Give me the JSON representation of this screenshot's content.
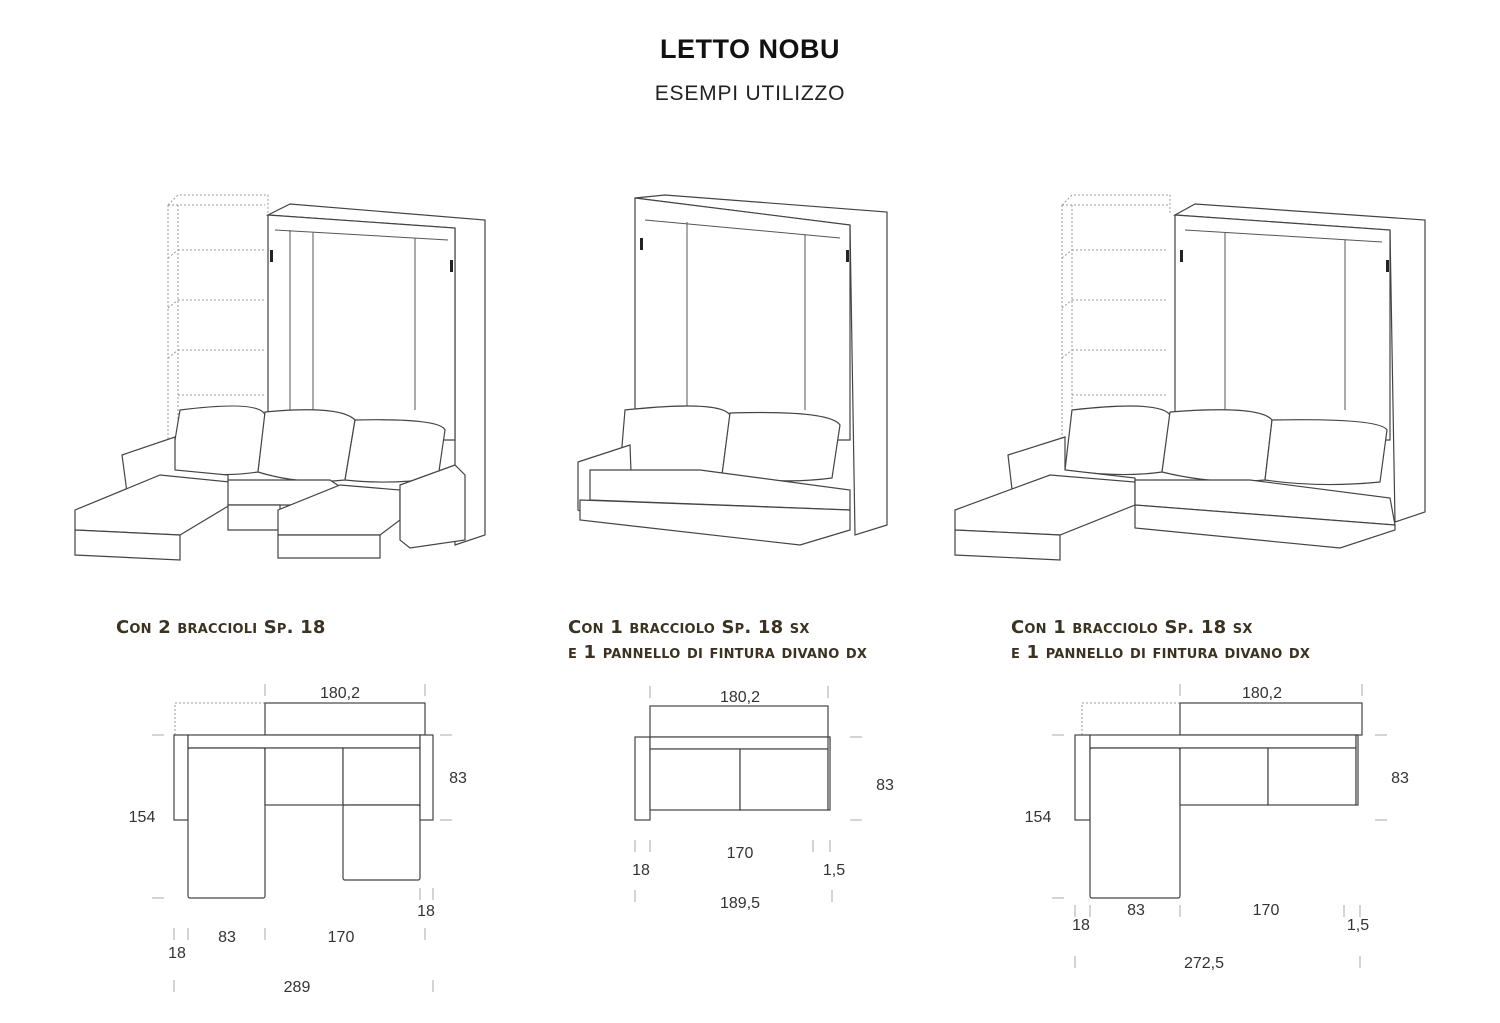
{
  "header": {
    "title": "LETTO NOBU",
    "subtitle": "ESEMPI UTILIZZO"
  },
  "examples": [
    {
      "caption_line1": "Con 2 braccioli Sp. 18",
      "dimensions": {
        "top_width": "180,2",
        "depth": "83",
        "total_depth": "154",
        "arm_right": "18",
        "chaise": "83",
        "sofa": "170",
        "arm_left": "18",
        "total_width": "289"
      }
    },
    {
      "caption_line1": "Con 1 bracciolo Sp. 18 sx",
      "caption_line2": "e 1 pannello di fintura divano dx",
      "dimensions": {
        "top_width": "180,2",
        "depth": "83",
        "sofa": "170",
        "arm_left": "18",
        "panel_right": "1,5",
        "total_width": "189,5"
      }
    },
    {
      "caption_line1": "Con 1 bracciolo Sp. 18 sx",
      "caption_line2": "e 1 pannello di fintura divano dx",
      "dimensions": {
        "top_width": "180,2",
        "depth": "83",
        "total_depth": "154",
        "chaise": "83",
        "sofa": "170",
        "arm_left": "18",
        "panel_right": "1,5",
        "total_width": "272,5"
      }
    }
  ]
}
